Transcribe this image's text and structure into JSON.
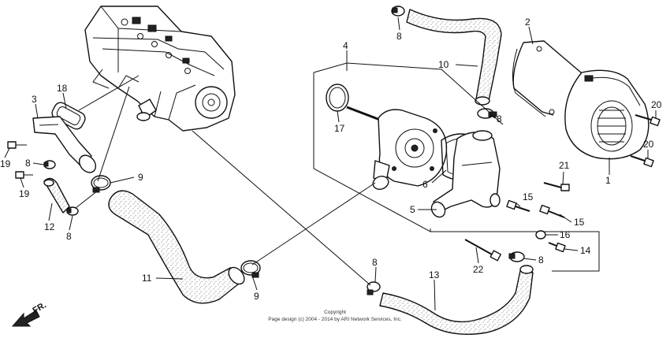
{
  "callouts": [
    "1",
    "2",
    "3",
    "4",
    "5",
    "6",
    "8",
    "8",
    "8",
    "8",
    "8",
    "8",
    "9",
    "9",
    "10",
    "11",
    "12",
    "13",
    "14",
    "15",
    "15",
    "16",
    "17",
    "18",
    "19",
    "19",
    "20",
    "20",
    "21",
    "22"
  ],
  "copyright": {
    "line1": "Copyright",
    "line2": "Page design (c) 2004 - 2014 by ARI Network Services, Inc."
  },
  "direction_label": "FR."
}
